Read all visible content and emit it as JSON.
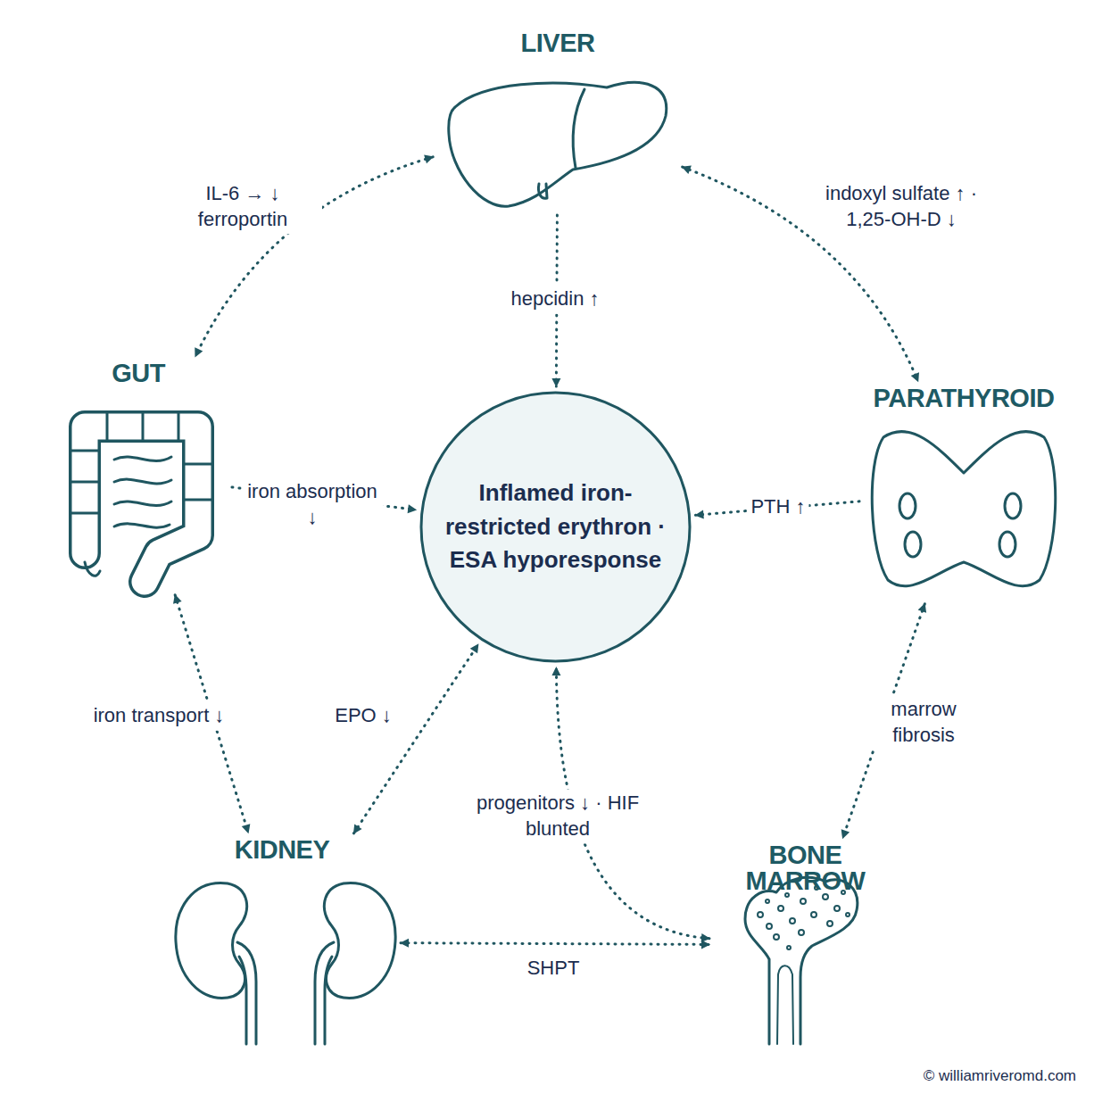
{
  "diagram": {
    "nodes": [
      {
        "text": [
          "LIVER"
        ]
      },
      {
        "text": [
          "GUT"
        ]
      },
      {
        "text": [
          "Inflamed iron-restricted erythron · ESA hyporesponse"
        ]
      },
      {
        "text": [
          "PARATHYROID"
        ]
      },
      {
        "text": [
          "KIDNEY"
        ]
      },
      {
        "text": [
          "BONE MARROW"
        ]
      }
    ],
    "edges": [
      {
        "from": 0,
        "to": 1,
        "label": "IL-6 → ↓ ferroportin",
        "arrow": "both"
      },
      {
        "from": 0,
        "to": 2,
        "label": "hepcidin ↑",
        "arrow": "to"
      },
      {
        "from": 0,
        "to": 3,
        "label": "indoxyl sulfate ↑ · 1,25-OH-D ↓",
        "arrow": "both"
      },
      {
        "from": 1,
        "to": 2,
        "label": "iron absorption ↓",
        "arrow": "to"
      },
      {
        "from": 3,
        "to": 2,
        "label": "PTH ↑",
        "arrow": "to"
      },
      {
        "from": 1,
        "to": 4,
        "label": "iron transport ↓",
        "arrow": "both"
      },
      {
        "from": 4,
        "to": 2,
        "label": "EPO ↓",
        "arrow": "both"
      },
      {
        "from": 5,
        "to": 2,
        "label": "progenitors ↓ · HIF blunted",
        "arrow": "both"
      },
      {
        "from": 3,
        "to": 5,
        "label": "marrow fibrosis",
        "arrow": "both"
      },
      {
        "from": 4,
        "to": 5,
        "label": "SHPT",
        "arrow": "both"
      }
    ],
    "labels": [
      "© williamriveromd.com"
    ]
  }
}
